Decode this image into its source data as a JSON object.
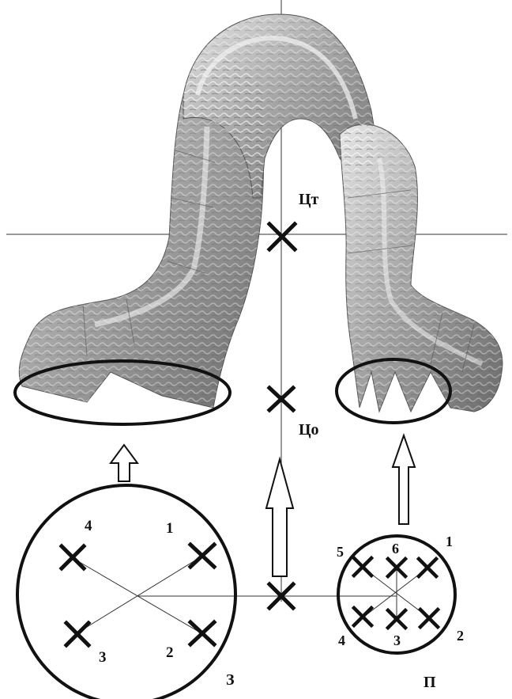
{
  "labels": {
    "center_of_gravity": "Цт",
    "center_of_support": "Цо",
    "rear_group": "З",
    "front_group": "П"
  },
  "rear_leg_numbers": [
    "1",
    "2",
    "3",
    "4"
  ],
  "front_leg_numbers": [
    "1",
    "2",
    "3",
    "4",
    "5",
    "6"
  ],
  "colors": {
    "ink": "#111111",
    "body_light": "#d9d9d9",
    "body_mid": "#a9a9a9",
    "body_dark": "#5a5a5a"
  }
}
